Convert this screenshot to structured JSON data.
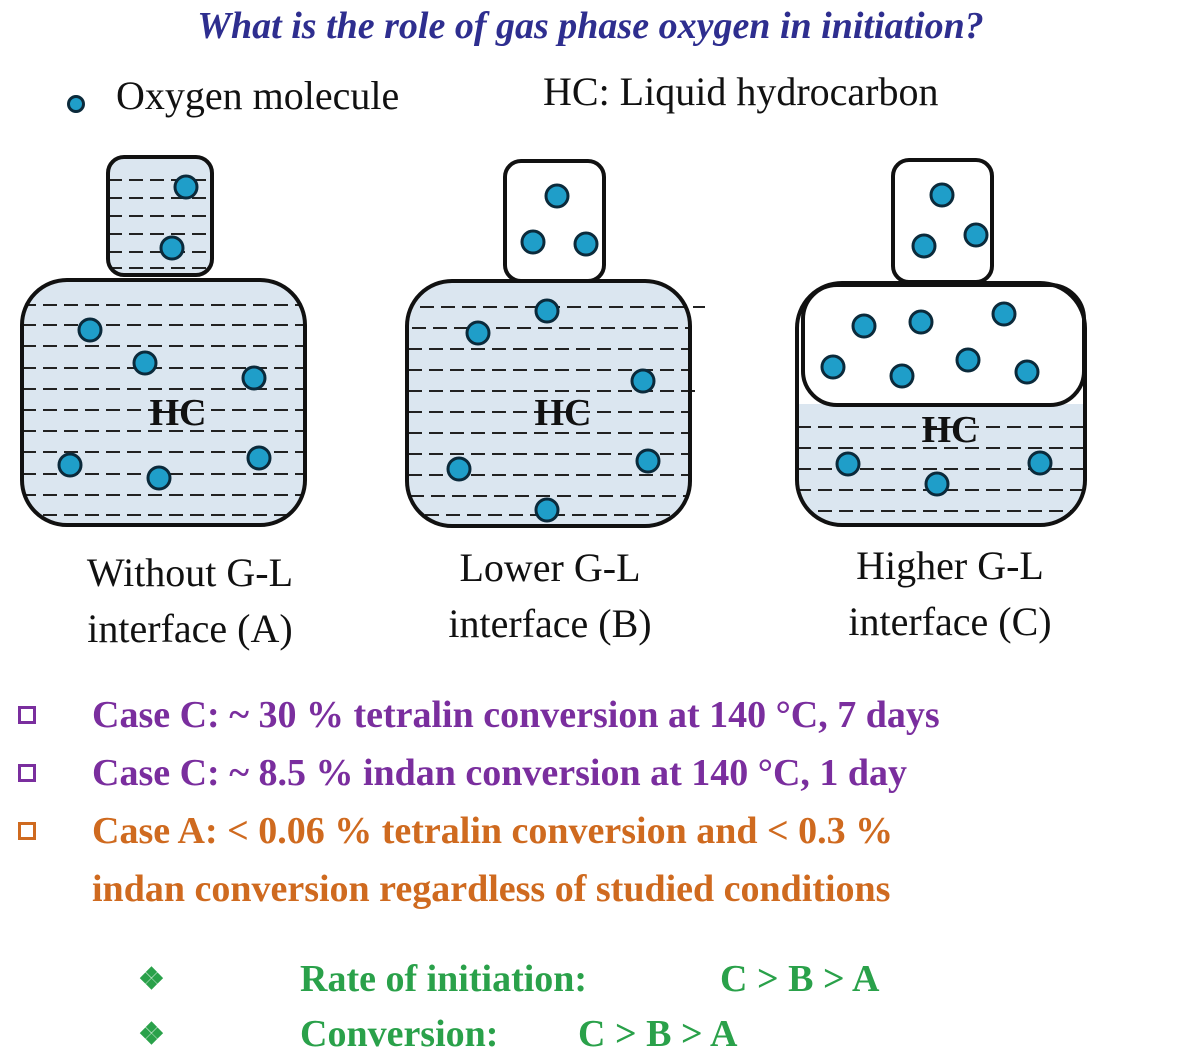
{
  "title": "What is the role of gas phase oxygen in initiation?",
  "legend": {
    "oxygen_label": "Oxygen molecule",
    "hc_label": "HC: Liquid hydrocarbon"
  },
  "diagrams": [
    {
      "hc_label": "HC",
      "caption_line1": "Without G-L",
      "caption_line2": "interface (A)"
    },
    {
      "hc_label": "HC",
      "caption_line1": "Lower G-L",
      "caption_line2": "interface (B)"
    },
    {
      "hc_label": "HC",
      "caption_line1": "Higher G-L",
      "caption_line2": "interface (C)"
    }
  ],
  "bullets": [
    {
      "text": "Case C: ~ 30 % tetralin conversion at 140 °C, 7 days",
      "color": "#7a2e9e"
    },
    {
      "text": "Case C: ~ 8.5 % indan conversion at 140 °C, 1 day",
      "color": "#7a2e9e"
    },
    {
      "text": "Case A: < 0.06 % tetralin conversion and < 0.3 %",
      "text2": "indan conversion regardless of studied conditions",
      "color": "#cf6a1f"
    }
  ],
  "conclusions": [
    {
      "label": "Rate of initiation:",
      "value": "C > B > A"
    },
    {
      "label": "Conversion:",
      "value": "C > B > A"
    }
  ],
  "colors": {
    "title": "#2e2e8f",
    "molecule": "#1f9ec9",
    "liquid": "#dbe6f0",
    "conclusion": "#2aa14a"
  }
}
